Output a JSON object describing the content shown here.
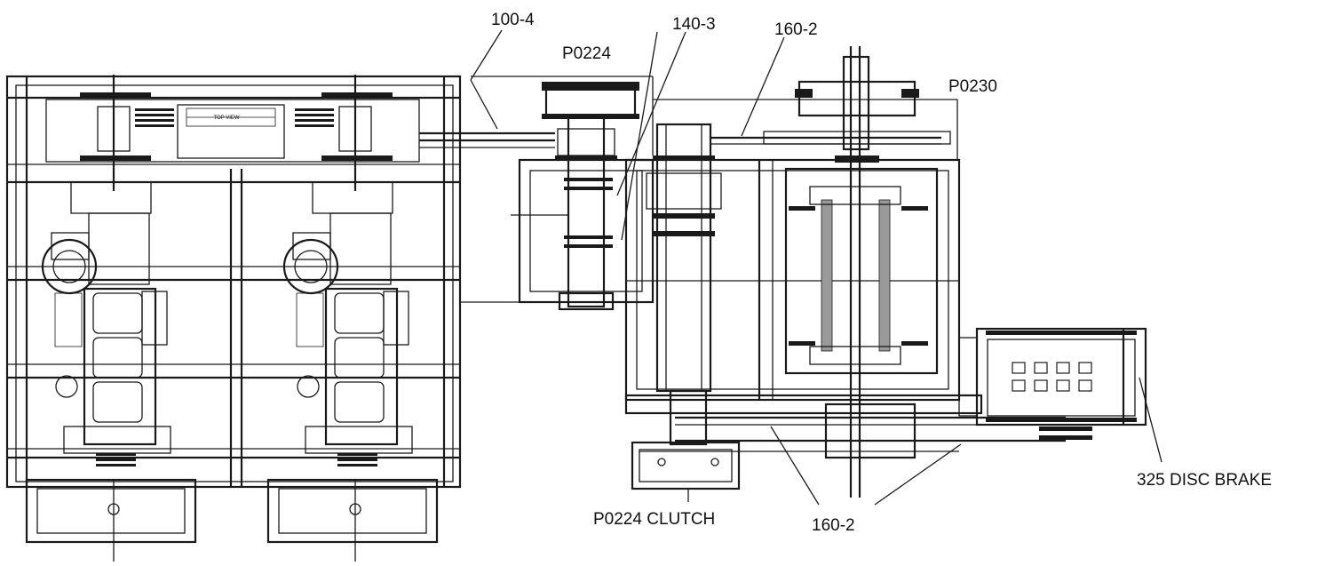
{
  "labels": {
    "l_100_4": "100-4",
    "l_140_3": "140-3",
    "l_160_2_top": "160-2",
    "l_p0224_top": "P0224",
    "l_p0230": "P0230",
    "l_disc_brake": "325 DISC BRAKE",
    "l_p0224_clutch": "P0224 CLUTCH",
    "l_160_2_bottom": "160-2",
    "top_view_note": "TOP VIEW"
  }
}
